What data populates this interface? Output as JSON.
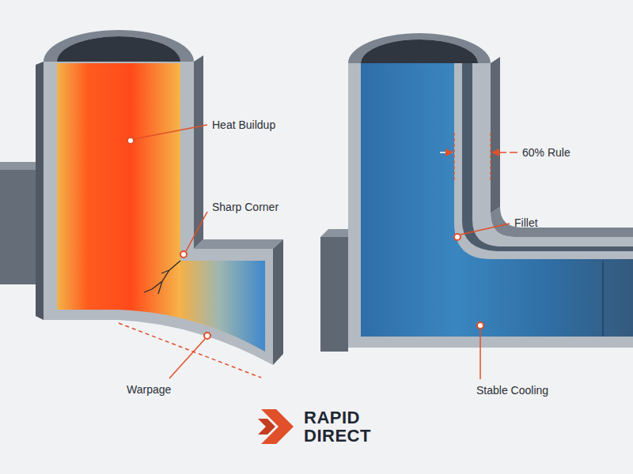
{
  "diagram": {
    "labels": [
      "Heat Buildup",
      "Sharp Corner",
      "Warpage",
      "60% Rule",
      "Fillet",
      "Stable Cooling",
      "RAPID DIRECT"
    ]
  }
}
